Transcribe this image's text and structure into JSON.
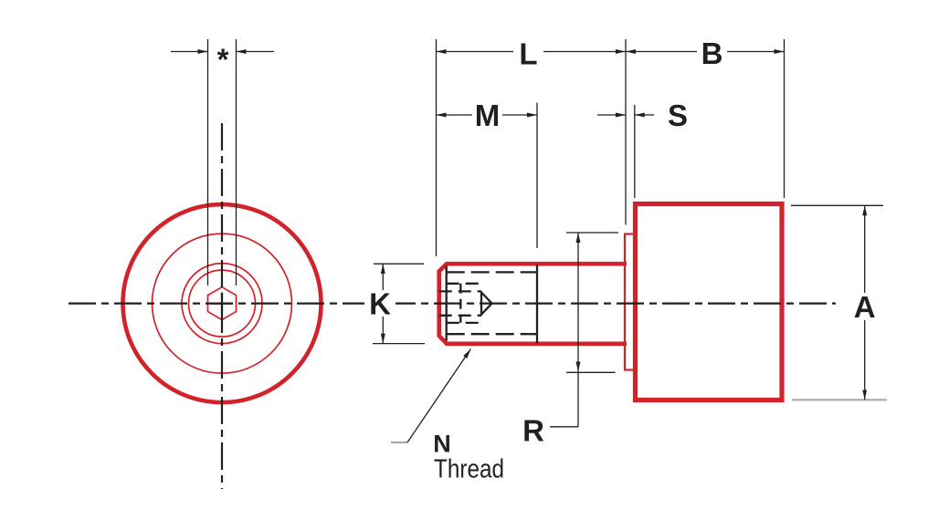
{
  "colors": {
    "part_red": "#d2232b",
    "line_black": "#231f20",
    "muted_gray": "#a9a9ab",
    "background": "#ffffff"
  },
  "dimension_labels": {
    "hex_socket_width": "*",
    "shank_length": "L",
    "thread_length": "M",
    "thread_diameter": "K",
    "head_length": "B",
    "collar_width": "S",
    "head_diameter": "A",
    "collar_diameter": "R",
    "thread_note_letter": "N",
    "thread_note_word": "Thread"
  }
}
